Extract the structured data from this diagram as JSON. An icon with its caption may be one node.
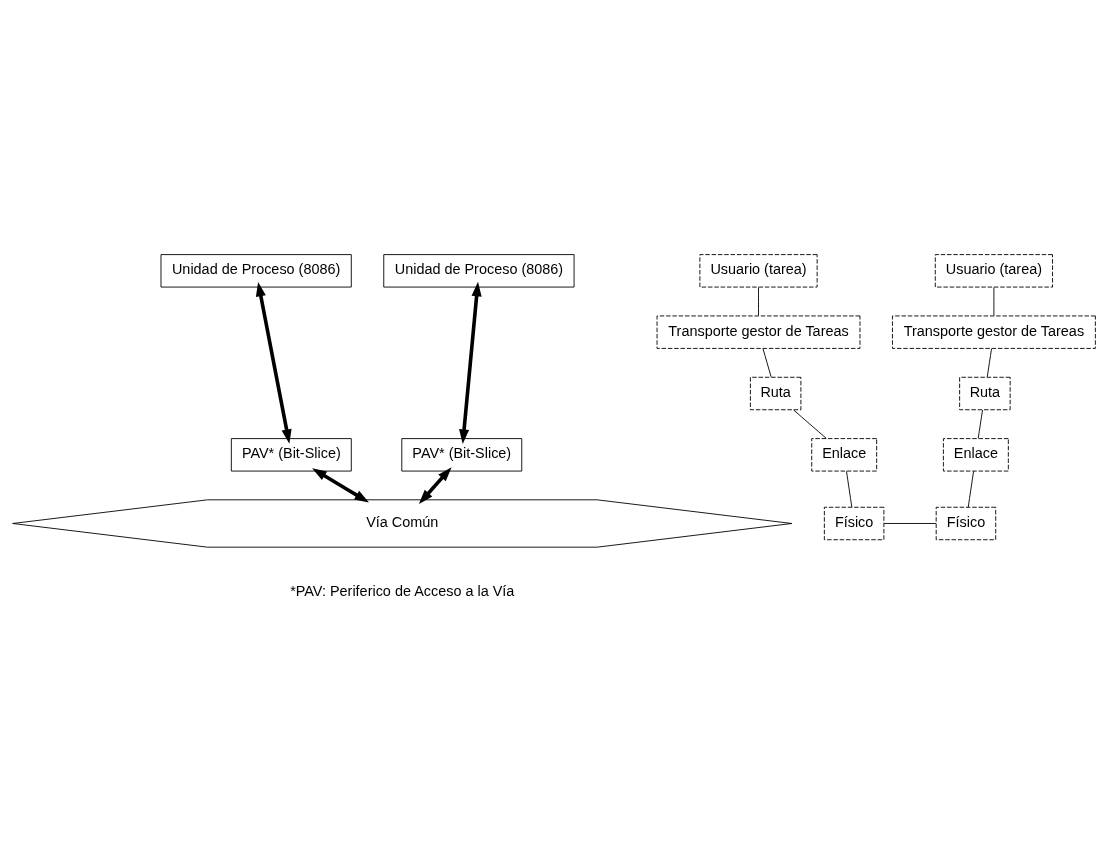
{
  "diagram": {
    "nodes": [
      {
        "text": [
          "Unidad de Proceso (8086)"
        ]
      },
      {
        "text": [
          "Usuario (tarea)"
        ]
      },
      {
        "text": [
          "Usuario (tarea)"
        ]
      },
      {
        "text": [
          "Unidad de Proceso (8086)"
        ]
      },
      {
        "text": [
          "Transporte gestor de Tareas"
        ]
      },
      {
        "text": [
          "Transporte gestor de Tareas"
        ]
      },
      {
        "text": [
          "Ruta"
        ]
      },
      {
        "text": [
          "Ruta"
        ]
      },
      {
        "text": [
          "PAV* (Bit-Slice)"
        ]
      },
      {
        "text": [
          "Enlace"
        ]
      },
      {
        "text": [
          "Enlace"
        ]
      },
      {
        "text": [
          "PAV* (Bit-Slice)"
        ]
      },
      {
        "text": [
          "Físico"
        ]
      },
      {
        "text": [
          "Físico"
        ]
      },
      {
        "text": [
          "Vía Común"
        ]
      }
    ],
    "edges": [
      {
        "from": 0,
        "to": 8,
        "arrow": "both",
        "style": "thick"
      },
      {
        "from": 8,
        "to": 14,
        "arrow": "both",
        "style": "thick"
      },
      {
        "from": 3,
        "to": 11,
        "arrow": "both",
        "style": "thick"
      },
      {
        "from": 11,
        "to": 14,
        "arrow": "both",
        "style": "thick"
      },
      {
        "from": 1,
        "to": 4,
        "arrow": "none"
      },
      {
        "from": 4,
        "to": 6,
        "arrow": "none"
      },
      {
        "from": 6,
        "to": 9,
        "arrow": "none"
      },
      {
        "from": 9,
        "to": 12,
        "arrow": "none"
      },
      {
        "from": 2,
        "to": 5,
        "arrow": "none"
      },
      {
        "from": 5,
        "to": 7,
        "arrow": "none"
      },
      {
        "from": 7,
        "to": 10,
        "arrow": "none"
      },
      {
        "from": 10,
        "to": 13,
        "arrow": "none"
      },
      {
        "from": 12,
        "to": 13,
        "arrow": "none"
      }
    ],
    "labels": [
      "*PAV: Periferico de Acceso a la Vía"
    ]
  }
}
